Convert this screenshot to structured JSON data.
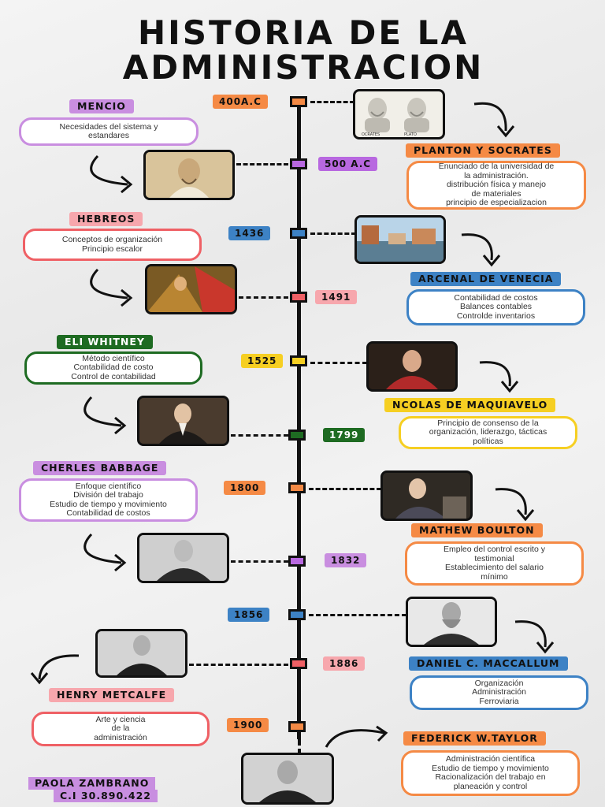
{
  "title_line1": "HISTORIA DE LA",
  "title_line2": "ADMINISTRACION",
  "colors": {
    "orange": "#f58a45",
    "purple": "#b868e0",
    "blue": "#3d82c5",
    "red": "#ef6065",
    "yellow": "#f6cf22",
    "green": "#1e6b22",
    "pink": "#f7a7ad",
    "lilac": "#c98ee0"
  },
  "years": {
    "y400": "400A.C",
    "y500": "500 A.C",
    "y1436": "1436",
    "y1491": "1491",
    "y1525": "1525",
    "y1799": "1799",
    "y1800": "1800",
    "y1832": "1832",
    "y1856": "1856",
    "y1886": "1886",
    "y1900": "1900"
  },
  "people": {
    "mencio": {
      "name": "MENCIO",
      "lines": [
        "Necesidades del sistema  y",
        "estandares"
      ]
    },
    "planton": {
      "name": "PLANTON Y SOCRATES",
      "lines": [
        "Enunciado de la universidad de",
        "la administración.",
        "distribución física y manejo",
        "de materiales",
        "principio de especializacion"
      ],
      "photo_text": [
        "OCRATES",
        "PLATO"
      ]
    },
    "hebreos": {
      "name": "HEBREOS",
      "lines": [
        "Conceptos de organización",
        "Principio escalor"
      ]
    },
    "arcenal": {
      "name": "ARCENAL DE VENECIA",
      "lines": [
        "Contabilidad de costos",
        "Balances contables",
        "Controlde inventarios"
      ]
    },
    "eli": {
      "name": "ELI WHITNEY",
      "lines": [
        "Método científico",
        "Contabilidad de costo",
        "Control de contabilidad"
      ]
    },
    "maquiavelo": {
      "name": "NCOLAS DE MAQUIAVELO",
      "lines": [
        "Principio de consenso de la",
        "organización, liderazgo, tácticas",
        "políticas"
      ]
    },
    "babbage": {
      "name": "CHERLES BABBAGE",
      "lines": [
        "Enfoque científico",
        "División del trabajo",
        "Estudio de tiempo y movimiento",
        "Contabilidad de costos"
      ]
    },
    "boulton": {
      "name": "MATHEW BOULTON",
      "lines": [
        "Empleo del control escrito y",
        "testimonial",
        "Establecimiento del salario",
        "mínimo"
      ]
    },
    "maccallum": {
      "name": "DANIEL C. MACCALLUM",
      "lines": [
        "Organización",
        "Administración",
        "Ferroviaria"
      ]
    },
    "metcalfe": {
      "name": "HENRY METCALFE",
      "lines": [
        "Arte y ciencia",
        "de la",
        "administración"
      ]
    },
    "taylor": {
      "name": "FEDERICK W.TAYLOR",
      "lines": [
        "Administración científica",
        "Estudio de tiempo y movimiento",
        "Racionalización del trabajo en",
        "planeación y control"
      ]
    }
  },
  "author": {
    "name": "PAOLA ZAMBRANO",
    "id": "C.I 30.890.422"
  }
}
